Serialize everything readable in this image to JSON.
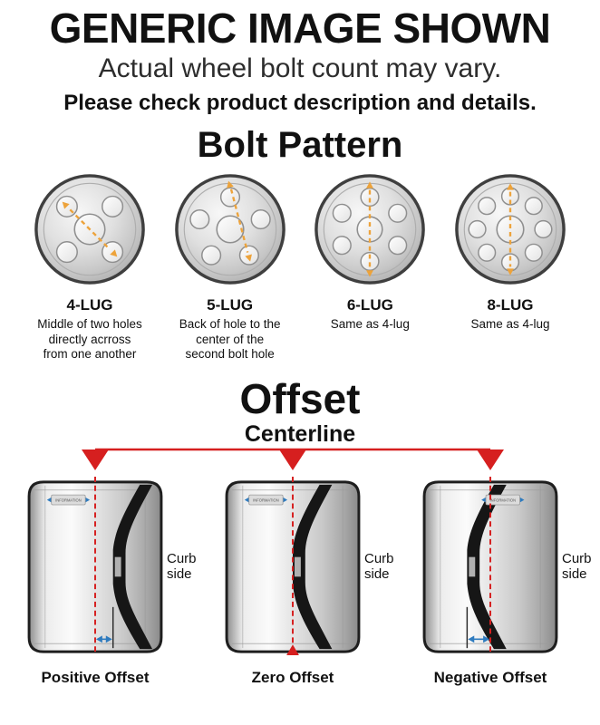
{
  "header": {
    "title": "GENERIC IMAGE SHOWN",
    "subtitle": "Actual wheel bolt count may vary.",
    "note": "Please check product description and details."
  },
  "bolt_pattern": {
    "heading": "Bolt Pattern",
    "items": [
      {
        "name": "4-LUG",
        "description": "Middle of two holes directly acrross from one another"
      },
      {
        "name": "5-LUG",
        "description": "Back of hole to the center of the second bolt hole"
      },
      {
        "name": "6-LUG",
        "description": "Same as 4-lug"
      },
      {
        "name": "8-LUG",
        "description": "Same as 4-lug"
      }
    ]
  },
  "offset": {
    "heading": "Offset",
    "centerline_label": "Centerline",
    "curb_side_label": "Curb side",
    "tag_text": "INFORMATION",
    "items": [
      {
        "name": "Positive Offset"
      },
      {
        "name": "Zero Offset"
      },
      {
        "name": "Negative Offset"
      }
    ]
  },
  "colors": {
    "red": "#d61f1f",
    "orange_dash": "#eda33b",
    "blue_arrow": "#2e7bbf",
    "text": "#111111"
  }
}
